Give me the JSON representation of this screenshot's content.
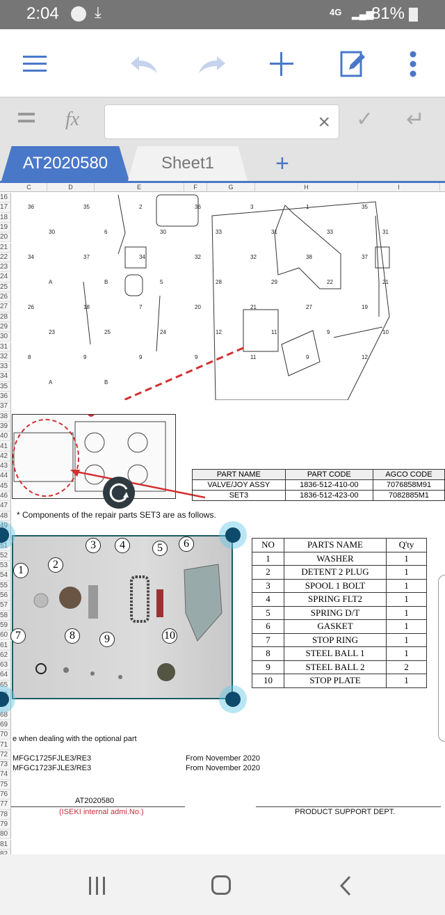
{
  "status": {
    "time": "2:04",
    "network": "4G",
    "battery": "81%"
  },
  "toolbar": {
    "icons": [
      "menu-icon",
      "undo-icon",
      "redo-icon",
      "add-icon",
      "edit-icon",
      "more-icon"
    ]
  },
  "formula": {
    "fx": "fx",
    "value": "",
    "clear": "×",
    "confirm": "✓",
    "enter": "↵"
  },
  "tabs": [
    {
      "label": "AT2020580",
      "active": true
    },
    {
      "label": "Sheet1",
      "active": false
    }
  ],
  "tab_add": "+",
  "columns": [
    "C",
    "D",
    "E",
    "F",
    "G",
    "H",
    "I"
  ],
  "rows": [
    16,
    17,
    18,
    19,
    20,
    21,
    22,
    23,
    24,
    25,
    26,
    27,
    28,
    29,
    30,
    31,
    32,
    33,
    34,
    35,
    36,
    37,
    38,
    39,
    40,
    41,
    42,
    43,
    44,
    45,
    46,
    47,
    48,
    49,
    50,
    51,
    52,
    53,
    54,
    55,
    56,
    57,
    58,
    59,
    60,
    61,
    62,
    63,
    64,
    65,
    66,
    67,
    68,
    69,
    70,
    71,
    72,
    73,
    74,
    75,
    76,
    77,
    78,
    79,
    80,
    81,
    82
  ],
  "diagram": {
    "callouts": [
      "36",
      "35",
      "2",
      "36",
      "3",
      "1",
      "35",
      "30",
      "6",
      "30",
      "33",
      "31",
      "33",
      "31",
      "34",
      "37",
      "34",
      "32",
      "32",
      "38",
      "37",
      "A",
      "B",
      "5",
      "28",
      "29",
      "22",
      "21",
      "26",
      "18",
      "7",
      "20",
      "21",
      "27",
      "19",
      "23",
      "25",
      "24",
      "12",
      "11",
      "9",
      "10",
      "8",
      "9",
      "9",
      "9",
      "11",
      "9",
      "12",
      "A",
      "B"
    ]
  },
  "part_table": {
    "headers": [
      "PART NAME",
      "PART CODE",
      "AGCO CODE"
    ],
    "rows": [
      [
        "VALVE/JOY ASSY",
        "1836-512-410-00",
        "7076858M91"
      ],
      [
        "SET3",
        "1836-512-423-00",
        "7082885M1"
      ]
    ]
  },
  "note": "* Components of the repair parts SET3 are as follows.",
  "photo_labels": [
    "1",
    "2",
    "3",
    "4",
    "5",
    "6",
    "7",
    "8",
    "9",
    "10"
  ],
  "parts_table": {
    "headers": [
      "NO",
      "PARTS NAME",
      "Q'ty"
    ],
    "rows": [
      [
        "1",
        "WASHER",
        "1"
      ],
      [
        "2",
        "DETENT 2 PLUG",
        "1"
      ],
      [
        "3",
        "SPOOL 1 BOLT",
        "1"
      ],
      [
        "4",
        "SPRING FLT2",
        "1"
      ],
      [
        "5",
        "SPRING D/T",
        "1"
      ],
      [
        "6",
        "GASKET",
        "1"
      ],
      [
        "7",
        "STOP RING",
        "1"
      ],
      [
        "8",
        "STEEL BALL 1",
        "1"
      ],
      [
        "9",
        "STEEL BALL 2",
        "2"
      ],
      [
        "10",
        "STOP PLATE",
        "1"
      ]
    ]
  },
  "optional_note": "e when dealing with the optional part",
  "models": [
    {
      "model": "MFGC1725FJLE3/RE3",
      "from": "From November 2020"
    },
    {
      "model": "MFGC1723FJLE3/RE3",
      "from": "From November 2020"
    }
  ],
  "footer": {
    "doc_no": "AT2020580",
    "doc_caption": "(ISEKI internal admi.No.)",
    "dept": "PRODUCT SUPPORT DEPT."
  },
  "colors": {
    "accent": "#4a78c9",
    "handle": "#0e4a6b",
    "red": "#d32f2f"
  }
}
